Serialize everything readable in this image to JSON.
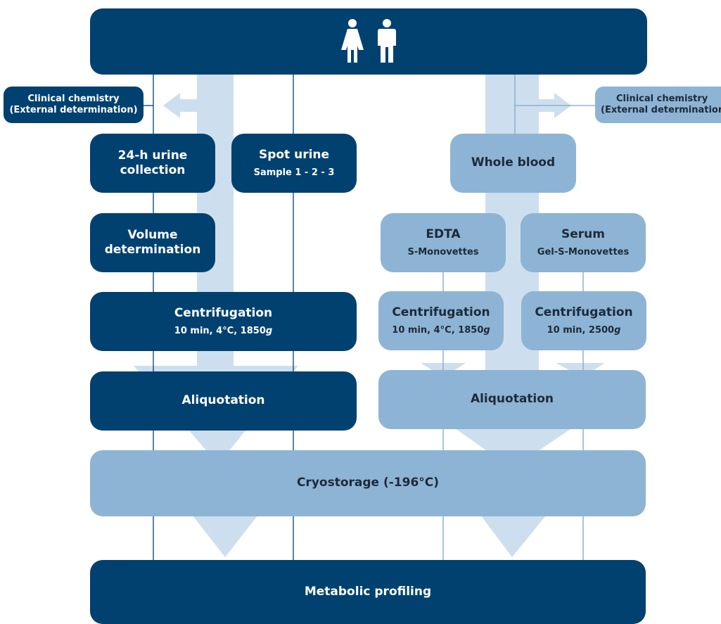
{
  "top": {
    "icons": [
      "woman-icon",
      "man-icon"
    ]
  },
  "left_external": {
    "line1": "Clinical chemistry",
    "line2": "(External determination)"
  },
  "right_external": {
    "line1": "Clinical chemistry",
    "line2": "(External determination)"
  },
  "urine24": {
    "line1": "24-h urine",
    "line2": "collection"
  },
  "spot": {
    "title": "Spot urine",
    "sub": "Sample 1 - 2 - 3"
  },
  "whole_blood": {
    "title": "Whole blood"
  },
  "volume": {
    "line1": "Volume",
    "line2": "determination"
  },
  "edta": {
    "title": "EDTA",
    "sub": "S-Monovettes"
  },
  "serum": {
    "title": "Serum",
    "sub": "Gel-S-Monovettes"
  },
  "centrifugation_left": {
    "title": "Centrifugation",
    "sub_pre": "10 min, 4°C, 1850",
    "sub_unit": "g"
  },
  "centrifugation_edta": {
    "title": "Centrifugation",
    "sub_pre": "10 min, 4°C, 1850",
    "sub_unit": "g"
  },
  "centrifugation_serum": {
    "title": "Centrifugation",
    "sub_pre": "10 min, 2500",
    "sub_unit": "g"
  },
  "aliquot_left": {
    "title": "Aliquotation"
  },
  "aliquot_right": {
    "title": "Aliquotation"
  },
  "cryo": {
    "title": "Cryostorage (-196°C)"
  },
  "metabolic": {
    "title": "Metabolic profiling"
  },
  "colors": {
    "dark": "#004170",
    "light": "#8db4d4",
    "arrow": "#cddfee",
    "line": "#004170",
    "line_light": "#7ea6c8"
  }
}
